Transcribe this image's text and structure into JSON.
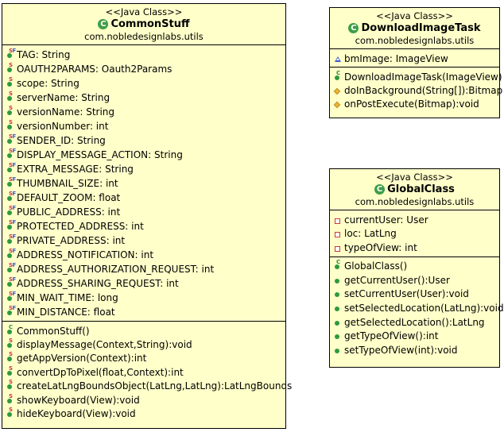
{
  "classes": {
    "common": {
      "stereotype": "<<Java Class>>",
      "name": "CommonStuff",
      "package": "com.nobledesignlabs.utils",
      "fields": [
        {
          "text": "TAG: String",
          "icon": "sf-icon"
        },
        {
          "text": "OAUTH2PARAMS: Oauth2Params",
          "icon": "s-icon"
        },
        {
          "text": "scope: String",
          "icon": "s-icon"
        },
        {
          "text": "serverName: String",
          "icon": "s-icon"
        },
        {
          "text": "versionName: String",
          "icon": "s-icon"
        },
        {
          "text": "versionNumber: int",
          "icon": "s-icon"
        },
        {
          "text": "SENDER_ID: String",
          "icon": "sf-icon"
        },
        {
          "text": "DISPLAY_MESSAGE_ACTION: String",
          "icon": "sf-icon"
        },
        {
          "text": "EXTRA_MESSAGE: String",
          "icon": "sf-icon"
        },
        {
          "text": "THUMBNAIL_SIZE: int",
          "icon": "sf-icon"
        },
        {
          "text": "DEFAULT_ZOOM: float",
          "icon": "sf-icon"
        },
        {
          "text": "PUBLIC_ADDRESS: int",
          "icon": "sf-icon"
        },
        {
          "text": "PROTECTED_ADDRESS: int",
          "icon": "sf-icon"
        },
        {
          "text": "PRIVATE_ADDRESS: int",
          "icon": "sf-icon"
        },
        {
          "text": "ADDRESS_NOTIFICATION: int",
          "icon": "sf-icon"
        },
        {
          "text": "ADDRESS_AUTHORIZATION_REQUEST: int",
          "icon": "sf-icon"
        },
        {
          "text": "ADDRESS_SHARING_REQUEST: int",
          "icon": "sf-icon"
        },
        {
          "text": "MIN_WAIT_TIME: long",
          "icon": "sf-icon"
        },
        {
          "text": "MIN_DISTANCE: float",
          "icon": "sf-icon"
        }
      ],
      "methods": [
        {
          "text": "CommonStuff()",
          "icon": "constructor-icon"
        },
        {
          "text": "displayMessage(Context,String):void",
          "icon": "s-icon"
        },
        {
          "text": "getAppVersion(Context):int",
          "icon": "s-icon"
        },
        {
          "text": "convertDpToPixel(float,Context):int",
          "icon": "s-icon"
        },
        {
          "text": "createLatLngBoundsObject(LatLng,LatLng):LatLngBounds",
          "icon": "s-icon"
        },
        {
          "text": "showKeyboard(View):void",
          "icon": "s-icon"
        },
        {
          "text": "hideKeyboard(View):void",
          "icon": "s-icon"
        }
      ]
    },
    "download": {
      "stereotype": "<<Java Class>>",
      "name": "DownloadImageTask",
      "package": "com.nobledesignlabs.utils",
      "fields": [
        {
          "text": "bmImage: ImageView",
          "icon": "package-triangle-icon"
        }
      ],
      "methods": [
        {
          "text": "DownloadImageTask(ImageView)",
          "icon": "constructor-icon"
        },
        {
          "text": "doInBackground(String[]):Bitmap",
          "icon": "protected-diamond-icon"
        },
        {
          "text": "onPostExecute(Bitmap):void",
          "icon": "protected-diamond-icon"
        }
      ]
    },
    "global": {
      "stereotype": "<<Java Class>>",
      "name": "GlobalClass",
      "package": "com.nobledesignlabs.utils",
      "fields": [
        {
          "text": "currentUser: User",
          "icon": "private-square-icon"
        },
        {
          "text": "loc: LatLng",
          "icon": "private-square-icon"
        },
        {
          "text": "typeOfView: int",
          "icon": "private-square-icon"
        }
      ],
      "methods": [
        {
          "text": "GlobalClass()",
          "icon": "constructor-icon"
        },
        {
          "text": "getCurrentUser():User",
          "icon": "public-dot-icon"
        },
        {
          "text": "setCurrentUser(User):void",
          "icon": "public-dot-icon"
        },
        {
          "text": "setSelectedLocation(LatLng):void",
          "icon": "public-dot-icon"
        },
        {
          "text": "getSelectedLocation():LatLng",
          "icon": "public-dot-icon"
        },
        {
          "text": "getTypeOfView():int",
          "icon": "public-dot-icon"
        },
        {
          "text": "setTypeOfView(int):void",
          "icon": "public-dot-icon"
        }
      ]
    }
  },
  "colors": {
    "box_fill": "#ffffca",
    "class_icon": "#3e9e49",
    "static_mod": "#c43a3a",
    "final_mod": "#3b5bd0"
  }
}
